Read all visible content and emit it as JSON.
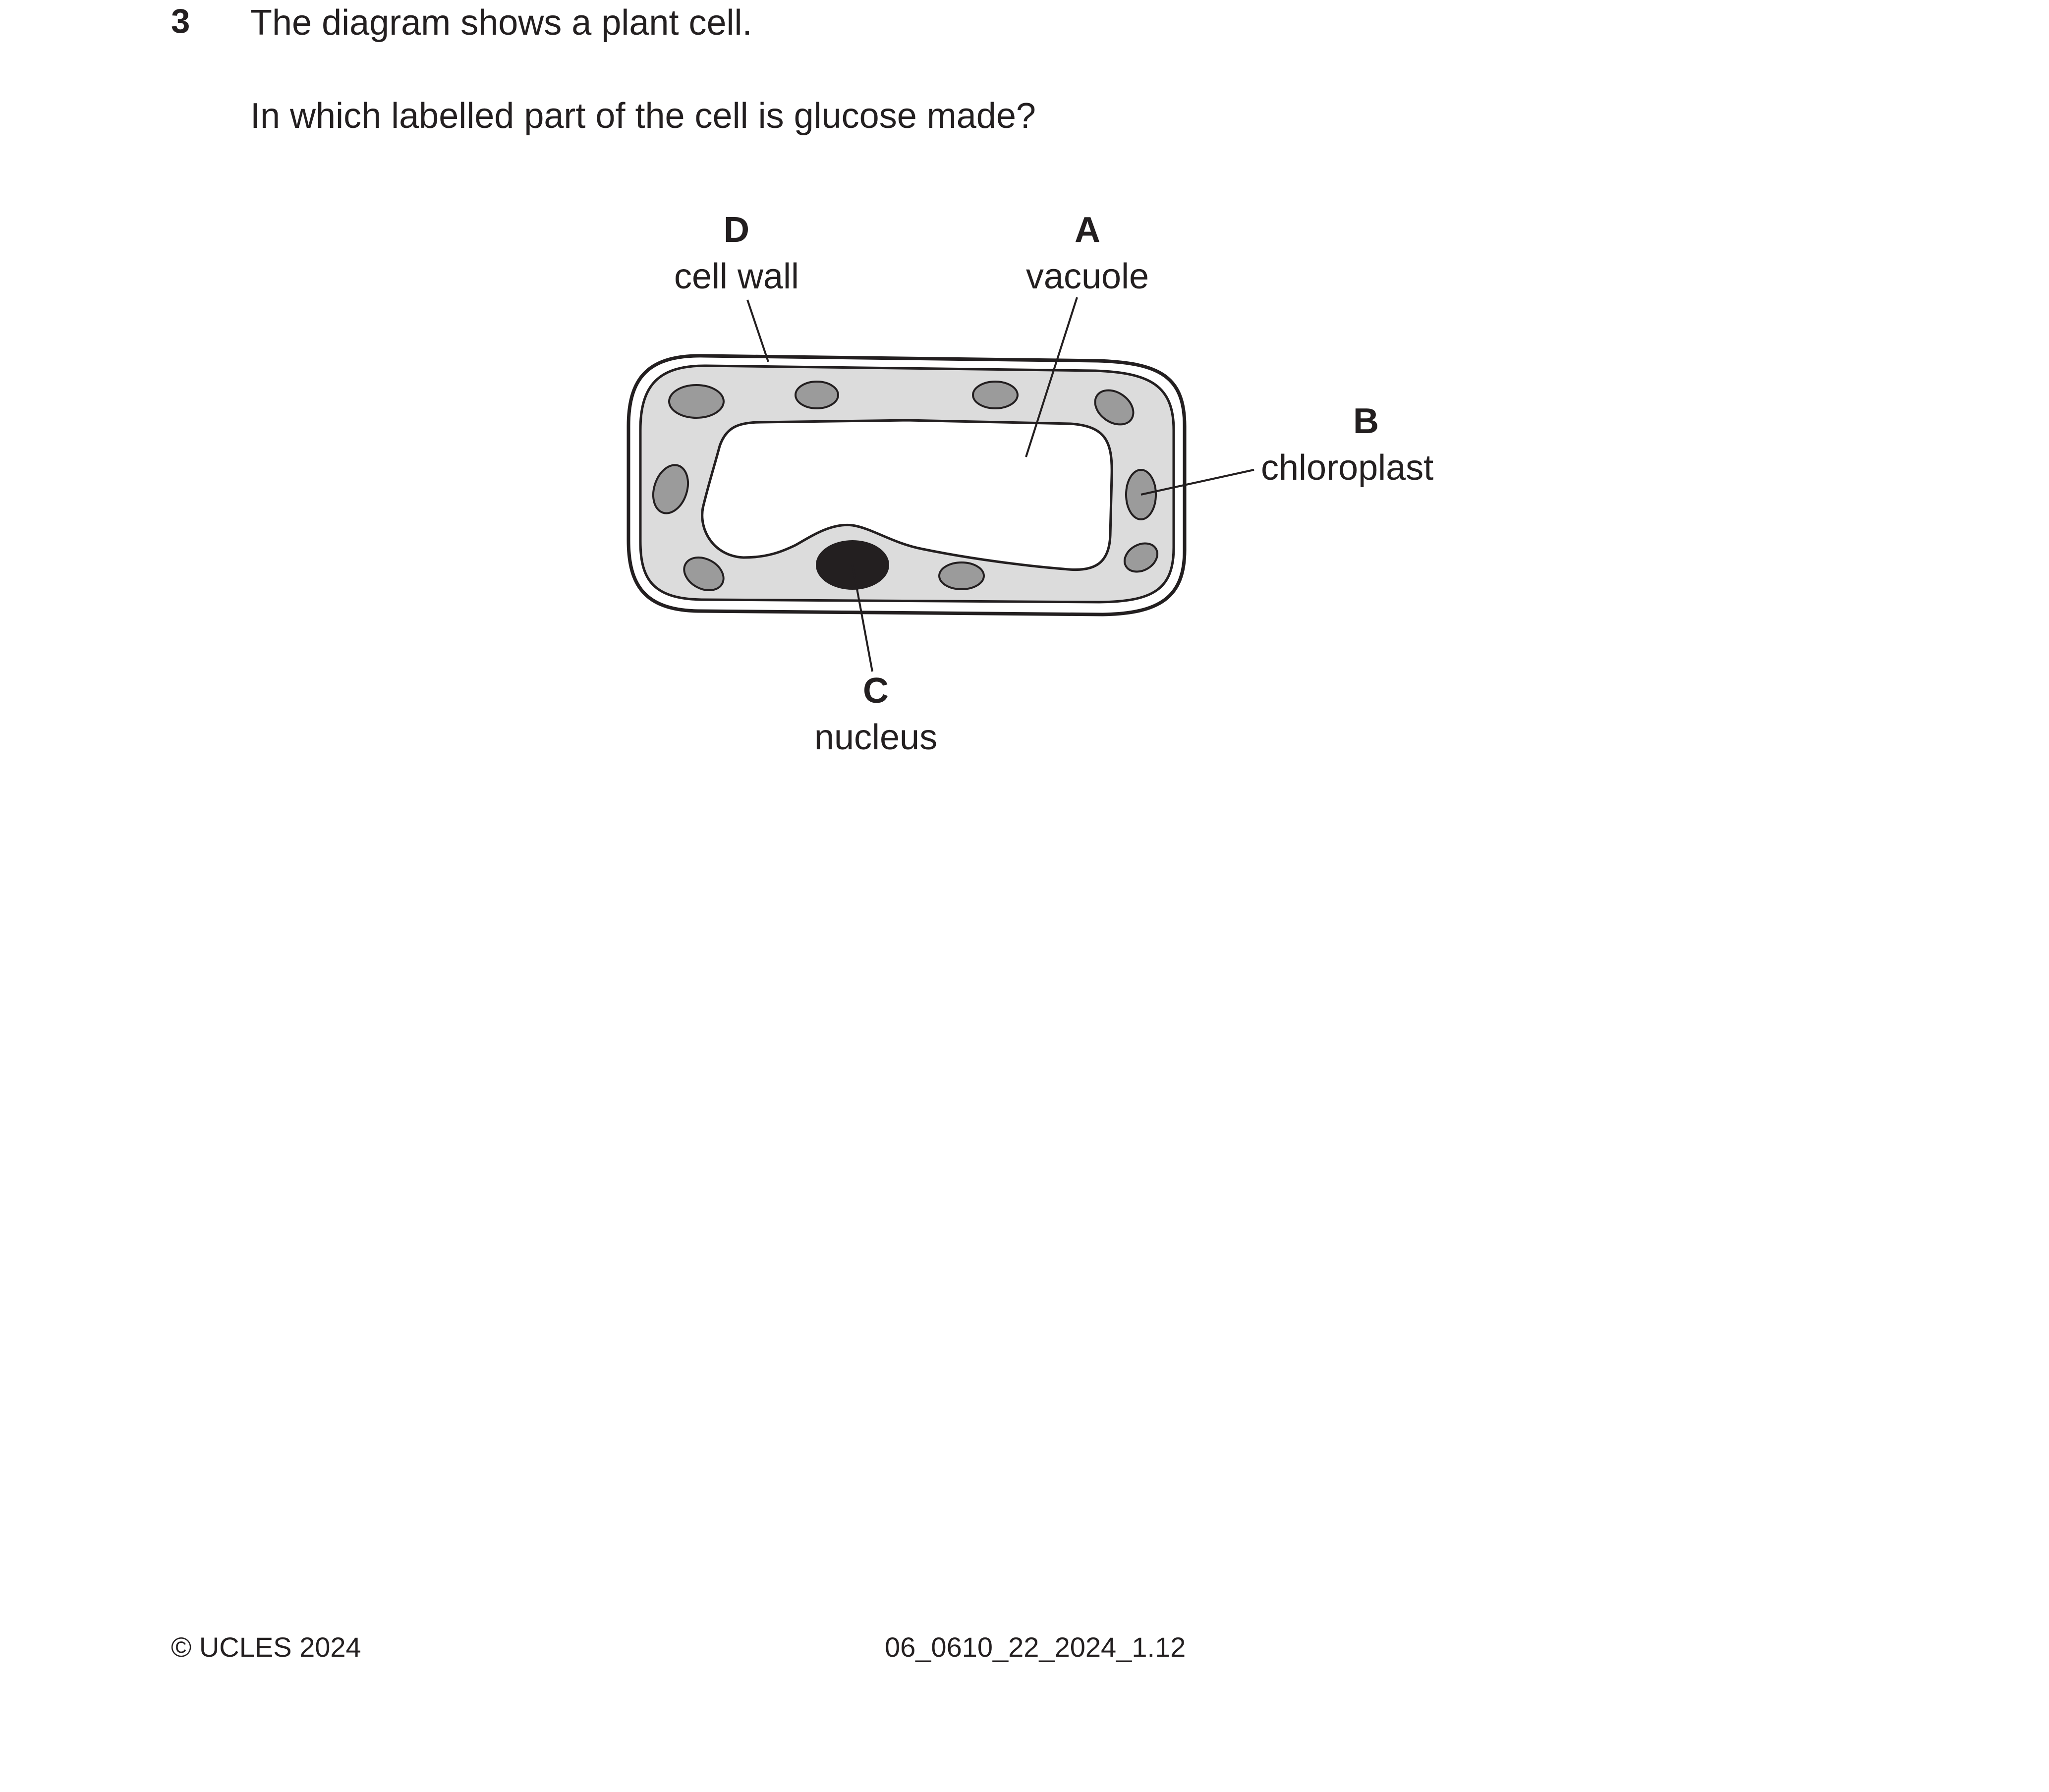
{
  "question": {
    "number": "3",
    "line1": "The diagram shows a plant cell.",
    "line2": "In which labelled part of the cell is glucose made?"
  },
  "diagram": {
    "labels": {
      "A": {
        "letter": "A",
        "name": "vacuole"
      },
      "B": {
        "letter": "B",
        "name": "chloroplast"
      },
      "C": {
        "letter": "C",
        "name": "nucleus"
      },
      "D": {
        "letter": "D",
        "name": "cell wall"
      }
    },
    "colors": {
      "outline": "#231f20",
      "cytoplasm": "#dcdcdc",
      "chloroplast": "#9b9b9b",
      "nucleus": "#231f20",
      "vacuole": "#ffffff"
    }
  },
  "footer": {
    "copyright": "© UCLES 2024",
    "code": "06_0610_22_2024_1.12"
  }
}
